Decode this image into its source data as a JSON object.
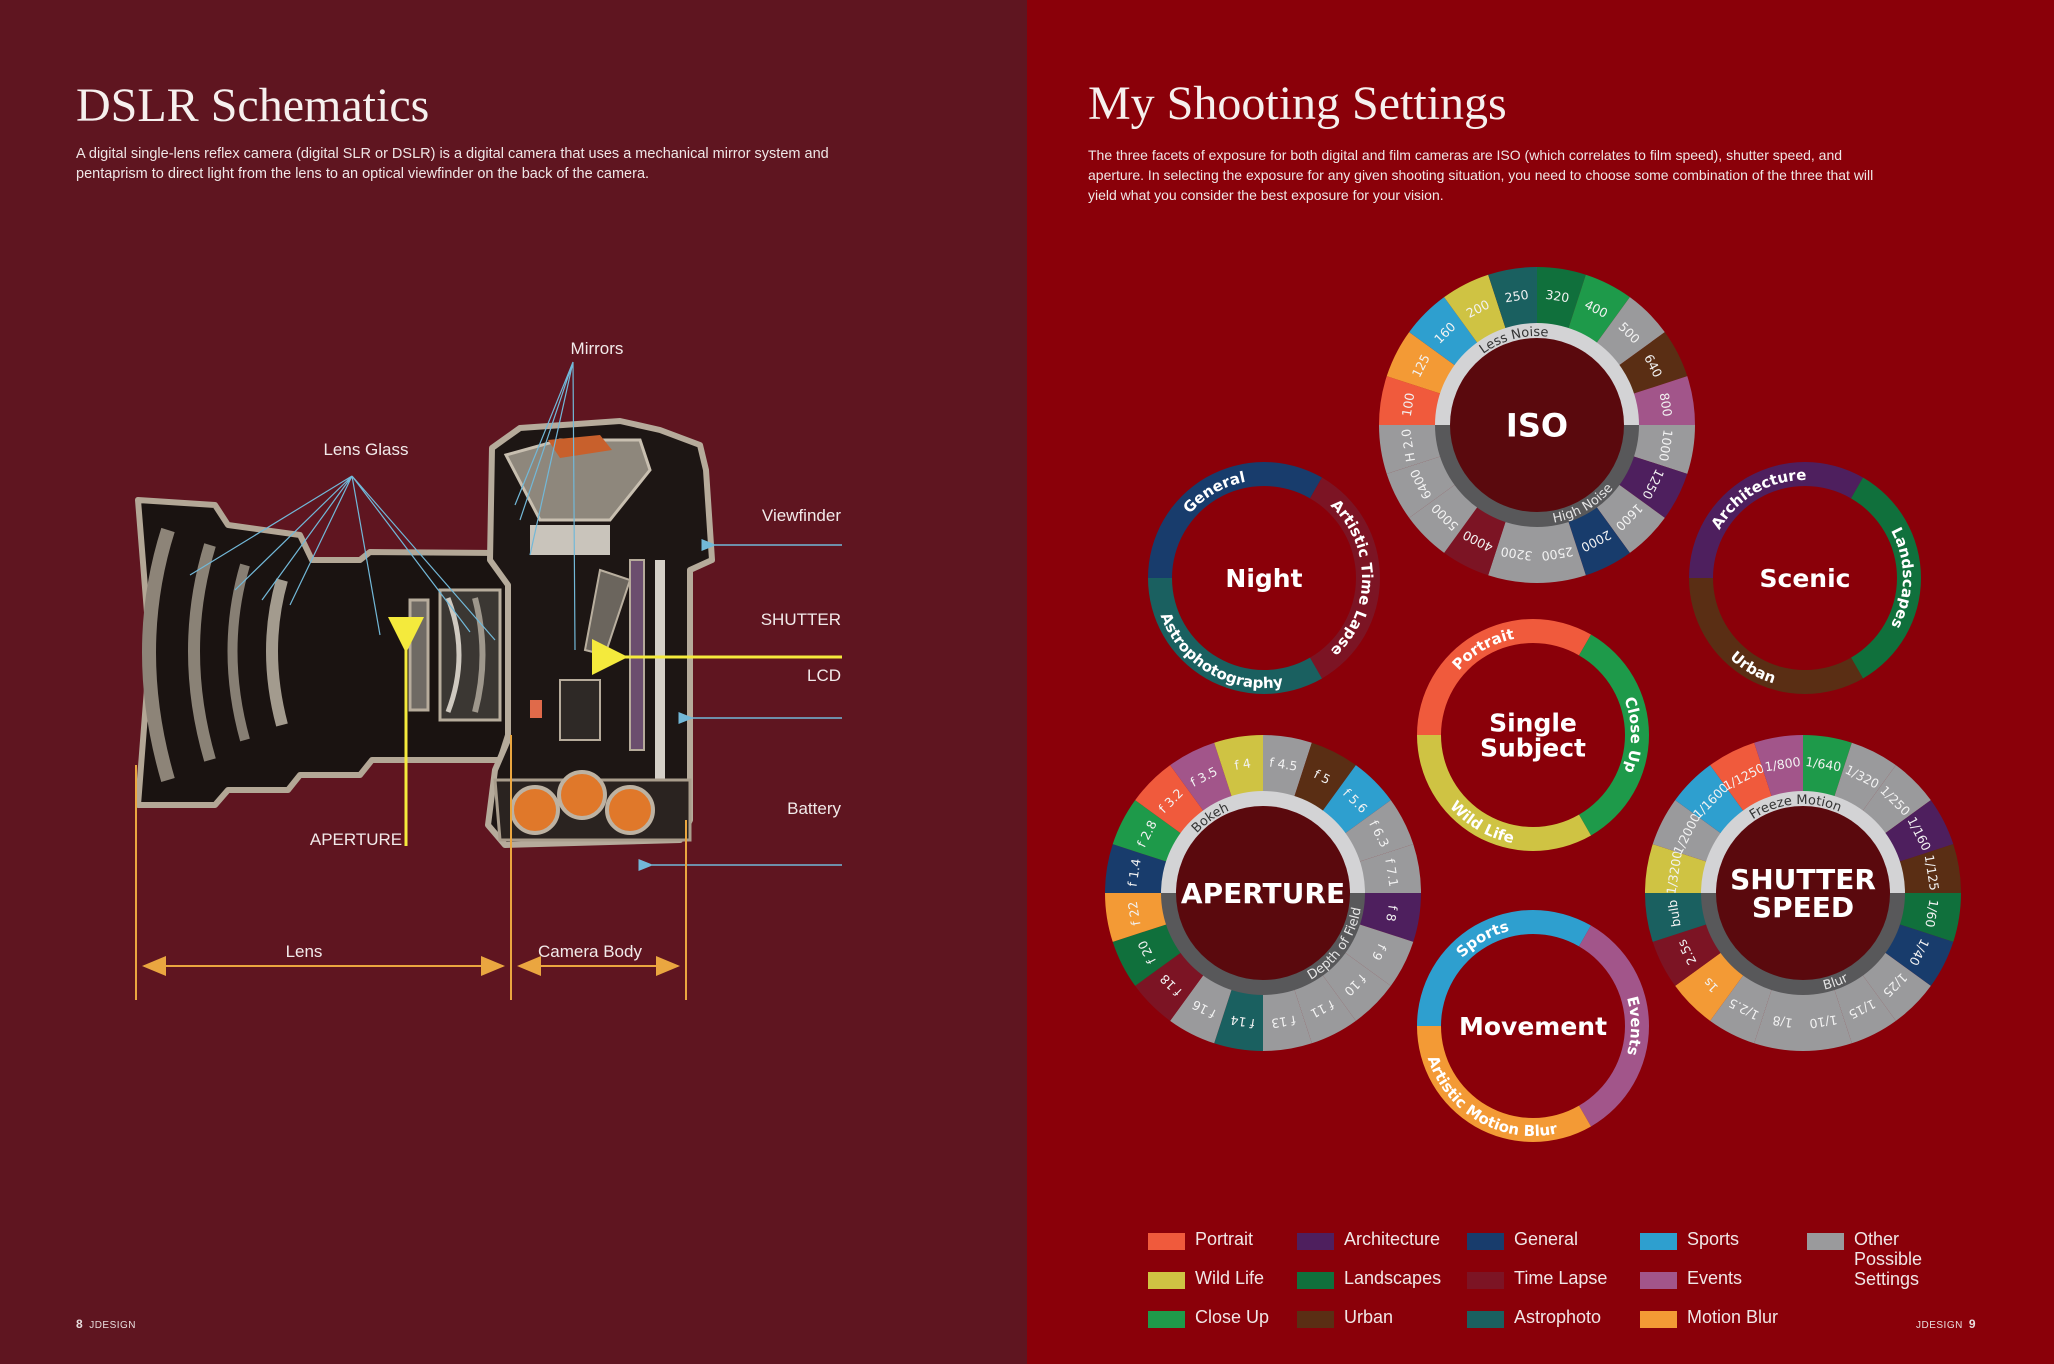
{
  "left_page": {
    "title": "DSLR Schematics",
    "body": "A digital single-lens reflex camera (digital SLR or DSLR) is a digital camera that uses a mechanical mirror system and pentaprism to direct light from the lens to an optical viewfinder on the back of the camera.",
    "labels": {
      "mirrors": "Mirrors",
      "lens_glass": "Lens Glass",
      "viewfinder": "Viewfinder",
      "shutter": "SHUTTER",
      "lcd": "LCD",
      "battery": "Battery",
      "aperture": "APERTURE",
      "lens": "Lens",
      "camera_body": "Camera Body"
    },
    "footer": {
      "page_number": "8",
      "brand": "JDESIGN"
    }
  },
  "right_page": {
    "title": "My Shooting Settings",
    "body": "The three facets of exposure for both digital and film cameras are ISO (which correlates to film speed), shutter speed, and aperture. In selecting the exposure for any given shooting situation, you need to choose some combination of the three that will yield what you consider the best exposure for your vision.",
    "footer": {
      "page_number": "9",
      "brand": "JDESIGN"
    }
  },
  "colors": {
    "portrait": "#f05a3c",
    "wildlife": "#cfc343",
    "closeup": "#1e9a4a",
    "architecture": "#4e1f5e",
    "landscapes": "#10703c",
    "urban": "#5a2e14",
    "general": "#183c6c",
    "timelapse": "#7c1424",
    "astrophoto": "#1a6060",
    "sports": "#2e9fcf",
    "events": "#a2558a",
    "motionblur": "#f39a35",
    "other": "#9a9a9c"
  },
  "wheels": [
    {
      "id": "iso",
      "title": [
        "ISO"
      ],
      "top_label": "Less Noise",
      "bottom_label": "High Noise",
      "segments": [
        [
          "100",
          "portrait"
        ],
        [
          "125",
          "motionblur"
        ],
        [
          "160",
          "sports"
        ],
        [
          "200",
          "wildlife"
        ],
        [
          "250",
          "astrophoto"
        ],
        [
          "320",
          "landscapes"
        ],
        [
          "400",
          "closeup"
        ],
        [
          "500",
          "other"
        ],
        [
          "640",
          "urban"
        ],
        [
          "800",
          "events"
        ],
        [
          "1000",
          "other"
        ],
        [
          "1250",
          "architecture"
        ],
        [
          "1600",
          "other"
        ],
        [
          "2000",
          "general"
        ],
        [
          "2500",
          "other"
        ],
        [
          "3200",
          "other"
        ],
        [
          "4000",
          "timelapse"
        ],
        [
          "5000",
          "other"
        ],
        [
          "6400",
          "other"
        ],
        [
          "H 2.0",
          "other"
        ]
      ]
    },
    {
      "id": "aperture",
      "title": [
        "APERTURE"
      ],
      "top_label": "Bokeh",
      "bottom_label": "Depth of Field",
      "segments": [
        [
          "f 1.4",
          "general"
        ],
        [
          "f 2.8",
          "closeup"
        ],
        [
          "f 3.2",
          "portrait"
        ],
        [
          "f 3.5",
          "events"
        ],
        [
          "f 4",
          "wildlife"
        ],
        [
          "f 4.5",
          "other"
        ],
        [
          "f 5",
          "urban"
        ],
        [
          "f 5.6",
          "sports"
        ],
        [
          "f 6.3",
          "other"
        ],
        [
          "f 7.1",
          "other"
        ],
        [
          "f 8",
          "architecture"
        ],
        [
          "f 9",
          "other"
        ],
        [
          "f 10",
          "other"
        ],
        [
          "f 11",
          "other"
        ],
        [
          "f 13",
          "other"
        ],
        [
          "f 14",
          "astrophoto"
        ],
        [
          "f 16",
          "other"
        ],
        [
          "f 18",
          "timelapse"
        ],
        [
          "f 20",
          "landscapes"
        ],
        [
          "f 22",
          "motionblur"
        ]
      ]
    },
    {
      "id": "shutter",
      "title": [
        "SHUTTER",
        "SPEED"
      ],
      "top_label": "Freeze Motion",
      "bottom_label": "Blur",
      "segments": [
        [
          "1/3200",
          "wildlife"
        ],
        [
          "1/2000",
          "other"
        ],
        [
          "1/1600",
          "sports"
        ],
        [
          "1/1250",
          "portrait"
        ],
        [
          "1/800",
          "events"
        ],
        [
          "1/640",
          "closeup"
        ],
        [
          "1/320",
          "other"
        ],
        [
          "1/250",
          "other"
        ],
        [
          "1/160",
          "architecture"
        ],
        [
          "1/125",
          "urban"
        ],
        [
          "1/60",
          "landscapes"
        ],
        [
          "1/40",
          "general"
        ],
        [
          "1/25",
          "other"
        ],
        [
          "1/15",
          "other"
        ],
        [
          "1/10",
          "other"
        ],
        [
          "1/8",
          "other"
        ],
        [
          "1/2.5",
          "other"
        ],
        [
          "1s",
          "motionblur"
        ],
        [
          "2.5s",
          "timelapse"
        ],
        [
          "bulb",
          "astrophoto"
        ]
      ]
    }
  ],
  "rings": [
    {
      "id": "night",
      "title": [
        "Night"
      ],
      "segments": [
        [
          "General",
          "general"
        ],
        [
          "Artistic Time Lapse",
          "timelapse"
        ],
        [
          "Astrophotography",
          "astrophoto"
        ]
      ]
    },
    {
      "id": "scenic",
      "title": [
        "Scenic"
      ],
      "segments": [
        [
          "Architecture",
          "architecture"
        ],
        [
          "Landscapes",
          "landscapes"
        ],
        [
          "Urban",
          "urban"
        ]
      ]
    },
    {
      "id": "single-subject",
      "title": [
        "Single",
        "Subject"
      ],
      "segments": [
        [
          "Portrait",
          "portrait"
        ],
        [
          "Close Up",
          "closeup"
        ],
        [
          "Wild Life",
          "wildlife"
        ]
      ]
    },
    {
      "id": "movement",
      "title": [
        "Movement"
      ],
      "segments": [
        [
          "Sports",
          "sports"
        ],
        [
          "Events",
          "events"
        ],
        [
          "Artistic Motion Blur",
          "motionblur"
        ]
      ]
    }
  ],
  "legend": [
    [
      [
        "Portrait",
        "portrait"
      ],
      [
        "Wild Life",
        "wildlife"
      ],
      [
        "Close Up",
        "closeup"
      ]
    ],
    [
      [
        "Architecture",
        "architecture"
      ],
      [
        "Landscapes",
        "landscapes"
      ],
      [
        "Urban",
        "urban"
      ]
    ],
    [
      [
        "General",
        "general"
      ],
      [
        "Time Lapse",
        "timelapse"
      ],
      [
        "Astrophoto",
        "astrophoto"
      ]
    ],
    [
      [
        "Sports",
        "sports"
      ],
      [
        "Events",
        "events"
      ],
      [
        "Motion Blur",
        "motionblur"
      ]
    ],
    [
      [
        "Other Possible Settings",
        "other"
      ]
    ]
  ]
}
